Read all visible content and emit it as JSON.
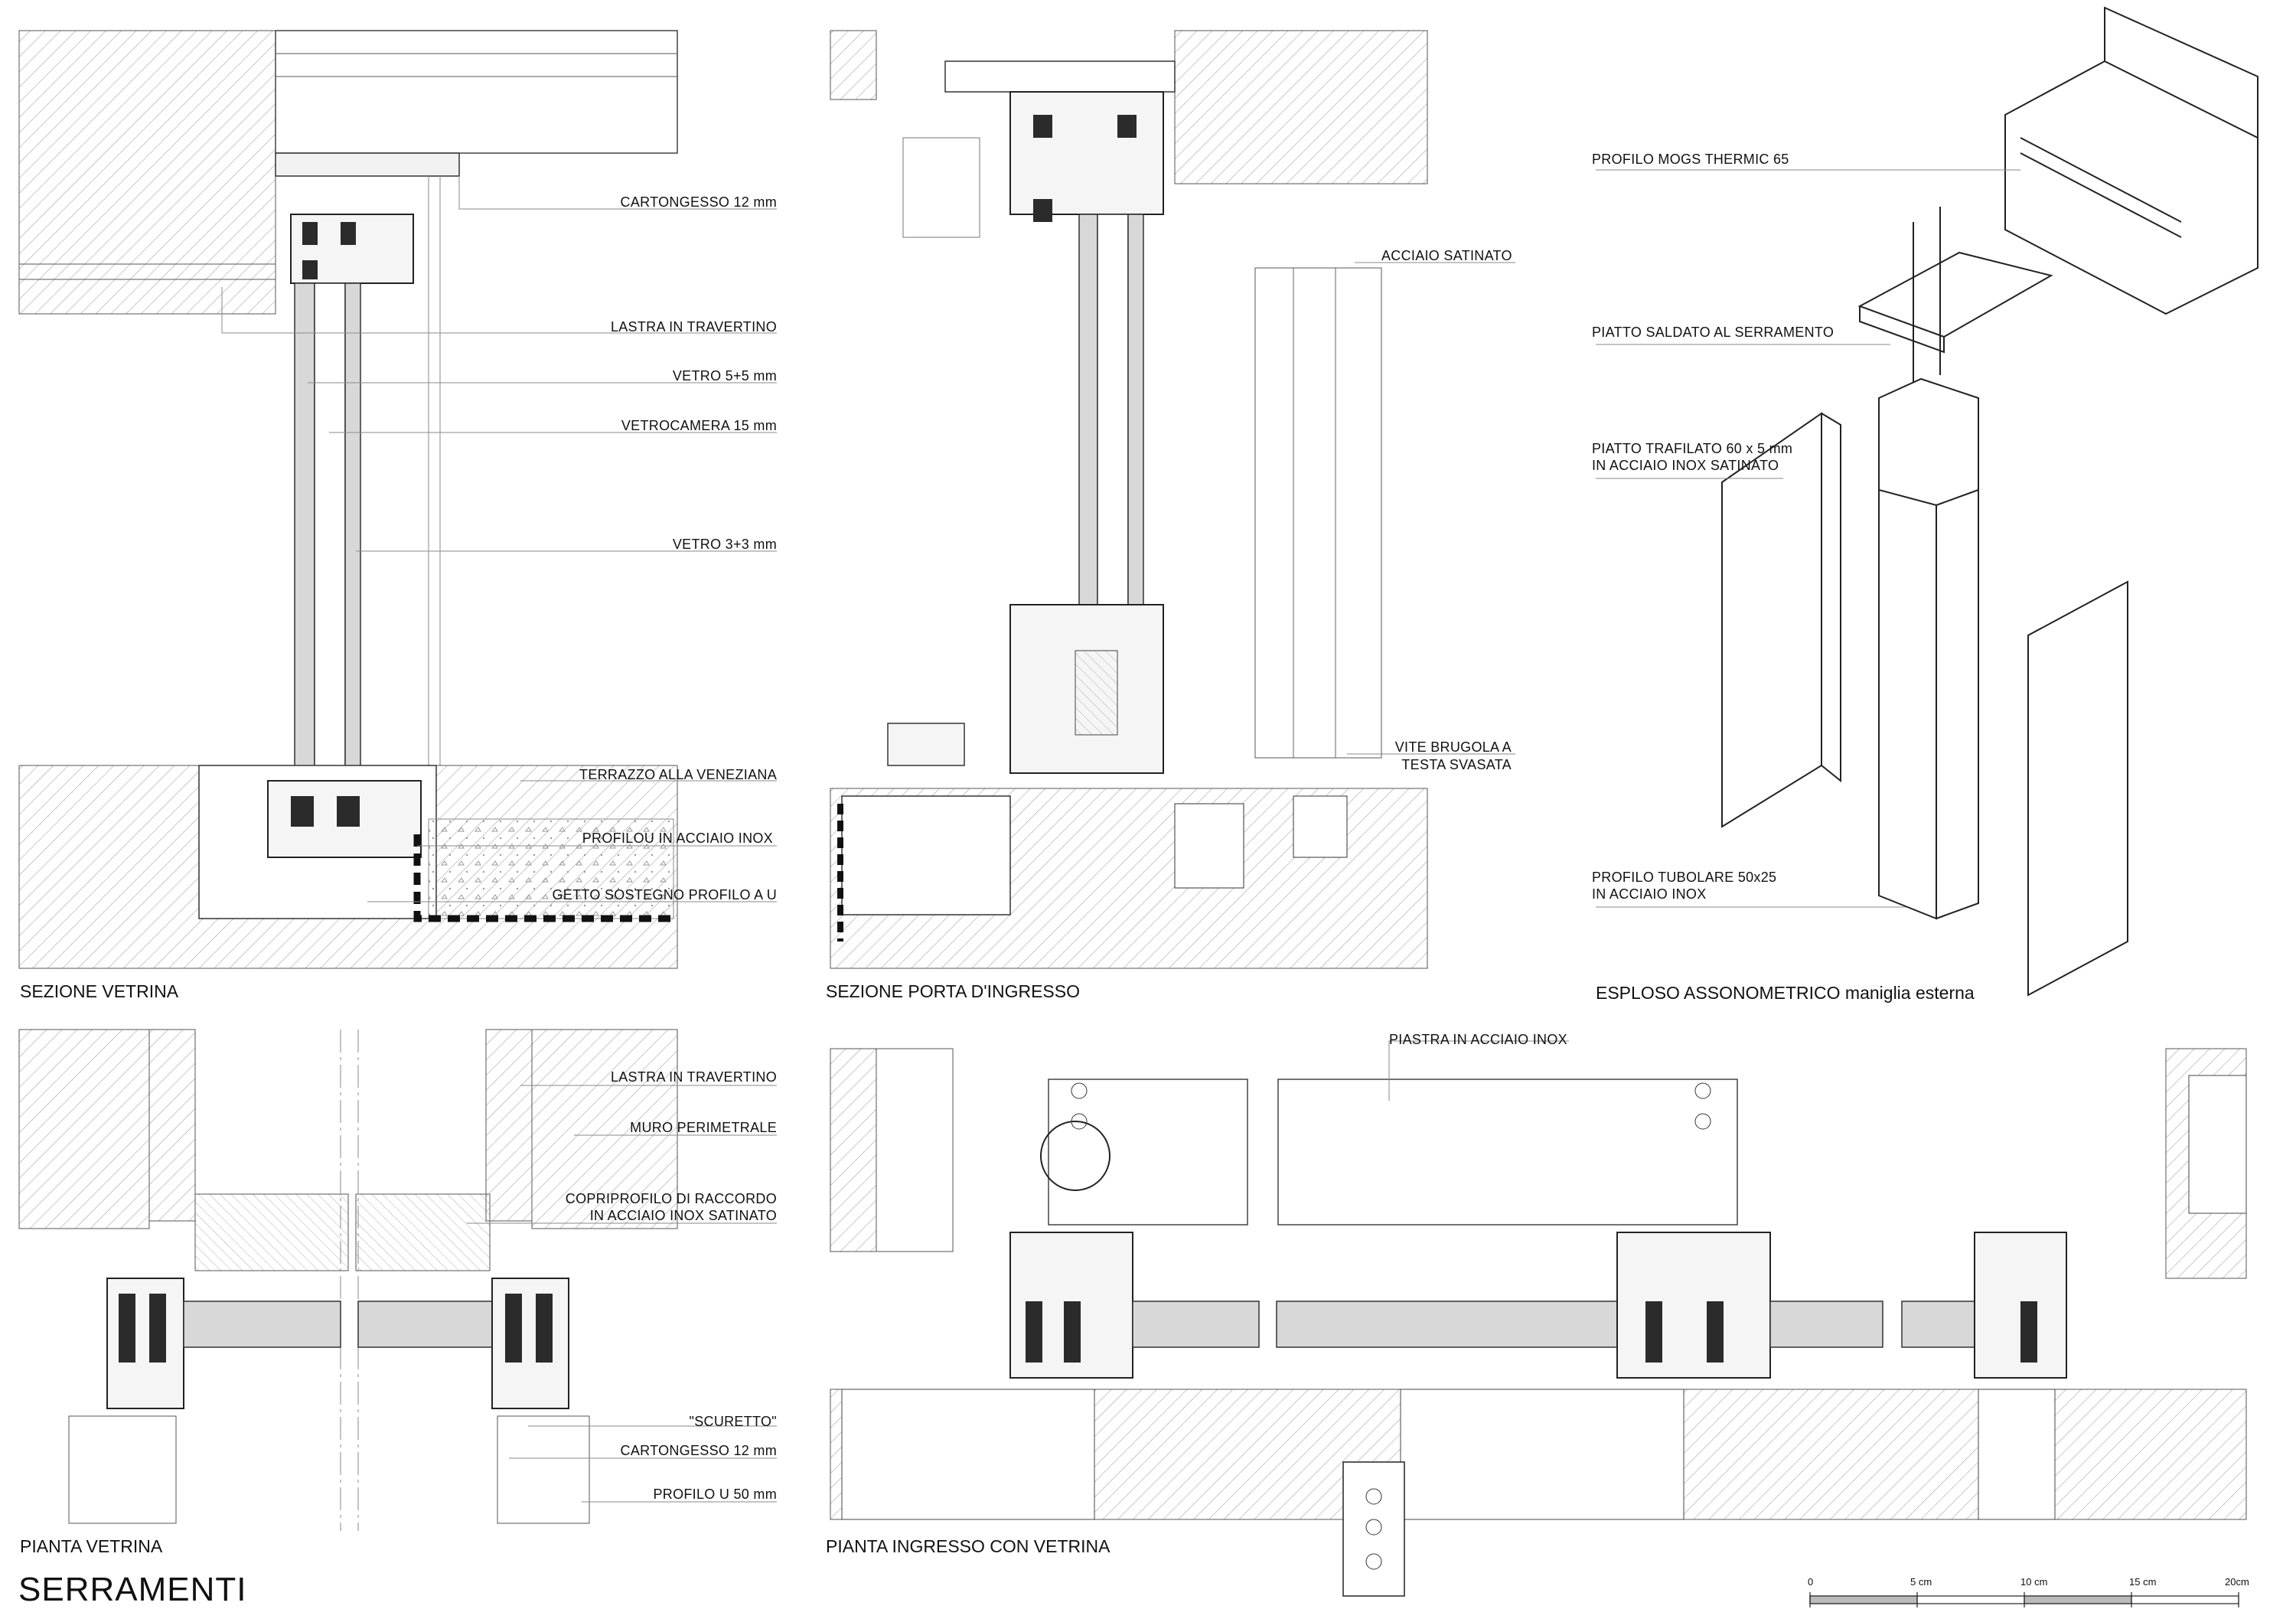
{
  "sheet_title": "SERRAMENTI",
  "panels": {
    "sezione_vetrina": {
      "title": "SEZIONE VETRINA",
      "labels": [
        "CARTONGESSO 12 mm",
        "LASTRA IN TRAVERTINO",
        "VETRO 5+5 mm",
        "VETROCAMERA 15 mm",
        "VETRO 3+3 mm",
        "TERRAZZO ALLA VENEZIANA",
        "PROFILOU IN ACCIAIO INOX",
        "GETTO SOSTEGNO PROFILO A U"
      ]
    },
    "sezione_porta": {
      "title": "SEZIONE PORTA D'INGRESSO",
      "labels": [
        "ACCIAIO SATINATO",
        "VITE BRUGOLA A",
        "TESTA SVASATA"
      ]
    },
    "esploso": {
      "title": "ESPLOSO ASSONOMETRICO",
      "title_suffix": "maniglia esterna",
      "labels": [
        "PROFILO MOGS THERMIC 65",
        "PIATTO SALDATO AL SERRAMENTO",
        "PIATTO TRAFILATO 60 x 5 mm",
        "IN ACCIAIO INOX SATINATO",
        "PROFILO TUBOLARE 50x25",
        "IN ACCIAIO INOX"
      ]
    },
    "pianta_vetrina": {
      "title": "PIANTA VETRINA",
      "labels": [
        "LASTRA IN TRAVERTINO",
        "MURO PERIMETRALE",
        "COPRIPROFILO DI RACCORDO",
        "IN ACCIAIO INOX SATINATO",
        "\"SCURETTO\"",
        "CARTONGESSO 12 mm",
        "PROFILO U 50 mm"
      ]
    },
    "pianta_ingresso": {
      "title": "PIANTA INGRESSO CON VETRINA",
      "labels": [
        "PIASTRA IN ACCIAIO INOX"
      ]
    }
  },
  "scale_bar": {
    "ticks": [
      "0",
      "5 cm",
      "10 cm",
      "15 cm",
      "20cm"
    ]
  },
  "colors": {
    "ink": "#111111",
    "hatch": "#9a9a9a",
    "gasket": "#2b2b2b",
    "glass": "#d8d8d8",
    "leader": "#8a8a8a"
  }
}
